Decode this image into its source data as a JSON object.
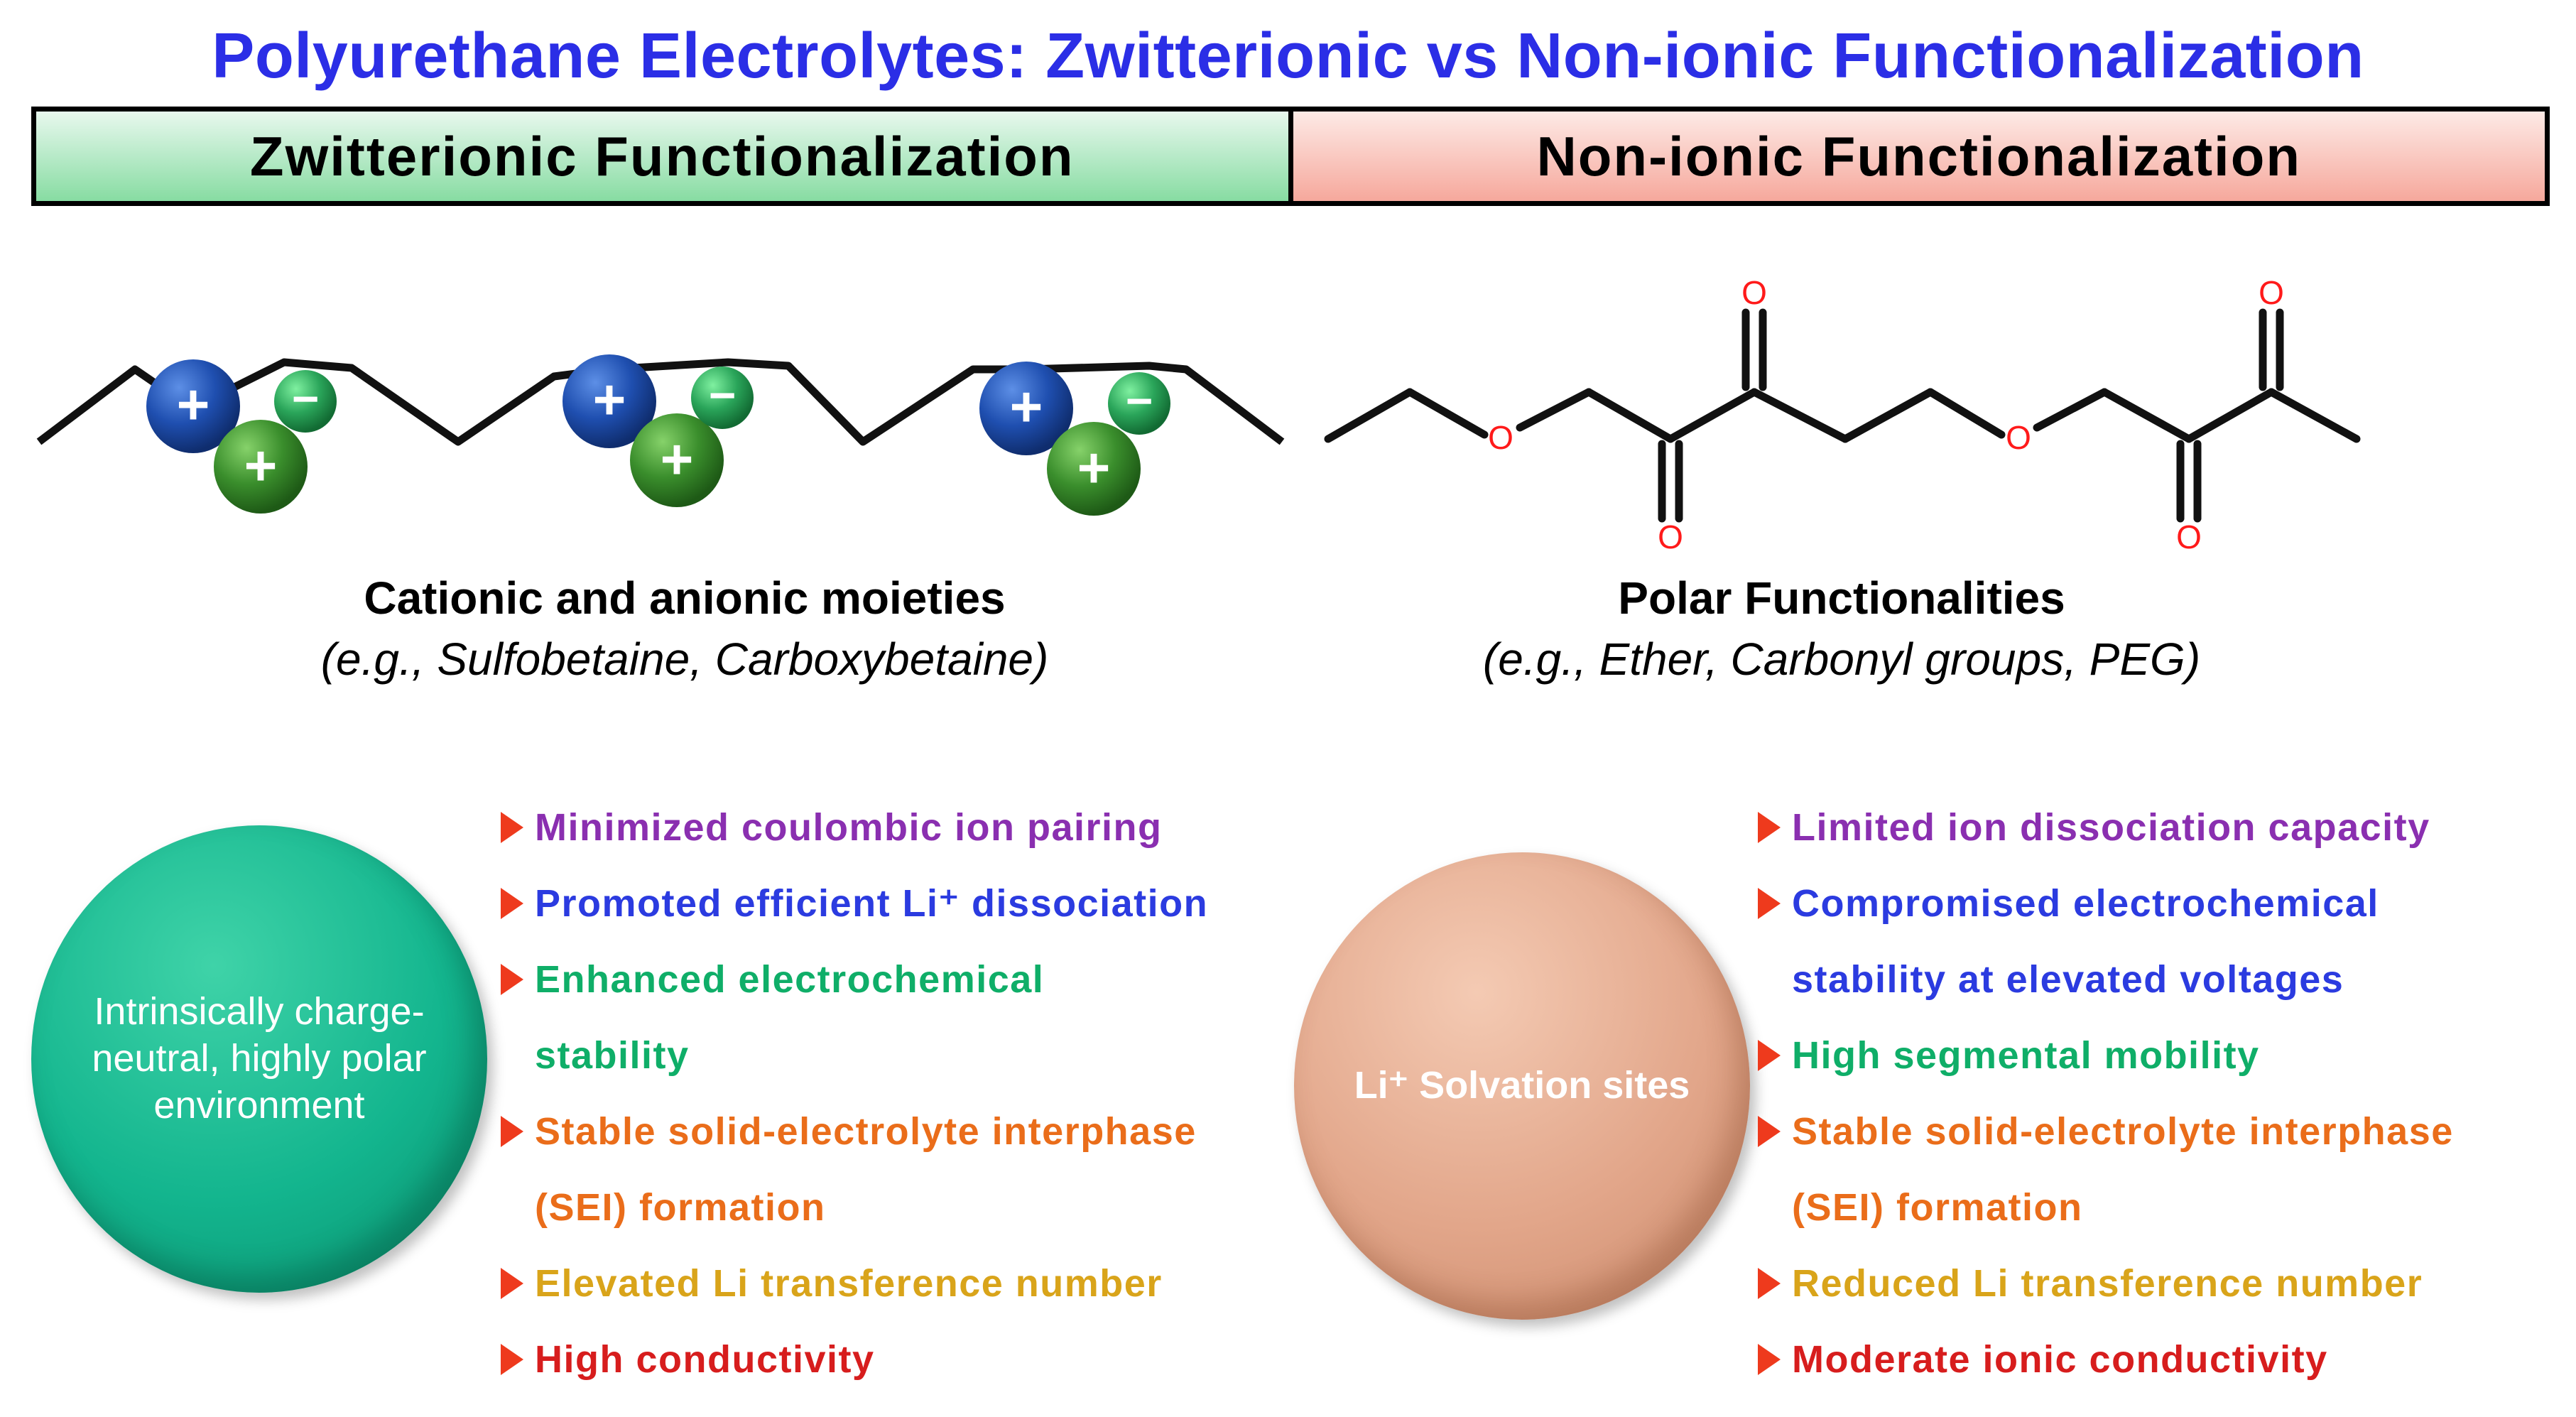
{
  "title": "Polyurethane Electrolytes: Zwitterionic vs Non-ionic Functionalization",
  "header": {
    "left": "Zwitterionic Functionalization",
    "right": "Non-ionic Functionalization"
  },
  "left_panel": {
    "caption_main": "Cationic and anionic moieties",
    "caption_sub": "(e.g., Sulfobetaine, Carboxybetaine)",
    "circle_text": "Intrinsically charge-neutral, highly polar environment",
    "charge_symbols": {
      "plus": "+",
      "minus": "−"
    },
    "bullets": [
      {
        "lines": [
          "Minimized coulombic ion pairing"
        ],
        "color": "#8a2fb0"
      },
      {
        "lines": [
          "Promoted efficient Li⁺ dissociation"
        ],
        "color": "#2b3be0"
      },
      {
        "lines": [
          "Enhanced electrochemical",
          "stability"
        ],
        "color": "#0fae68"
      },
      {
        "lines": [
          "Stable solid-electrolyte interphase",
          "(SEI) formation"
        ],
        "color": "#ea6d1a"
      },
      {
        "lines": [
          "Elevated Li transference number"
        ],
        "color": "#d9a41a"
      },
      {
        "lines": [
          "High conductivity"
        ],
        "color": "#d71d1d"
      }
    ]
  },
  "right_panel": {
    "caption_main": "Polar Functionalities",
    "caption_sub": "(e.g., Ether, Carbonyl groups, PEG)",
    "circle_text": "Li⁺ Solvation sites",
    "atom_label": "O",
    "bullets": [
      {
        "lines": [
          "Limited ion dissociation capacity"
        ],
        "color": "#8a2fb0"
      },
      {
        "lines": [
          "Compromised electrochemical",
          "stability at elevated voltages"
        ],
        "color": "#2b3be0"
      },
      {
        "lines": [
          "High segmental mobility"
        ],
        "color": "#0fae68"
      },
      {
        "lines": [
          "Stable solid-electrolyte interphase",
          "(SEI) formation"
        ],
        "color": "#ea6d1a"
      },
      {
        "lines": [
          "Reduced Li transference number"
        ],
        "color": "#d9a41a"
      },
      {
        "lines": [
          "Moderate ionic conductivity"
        ],
        "color": "#d71d1d"
      }
    ]
  },
  "colors": {
    "title": "#2b2ee6",
    "oxygen": "#ff1a1a",
    "bullet_marker": "#ee3a1d",
    "cation_blue": "#1f4fb0",
    "cation_green": "#3a8e2c",
    "anion_green": "#2aa55a"
  }
}
